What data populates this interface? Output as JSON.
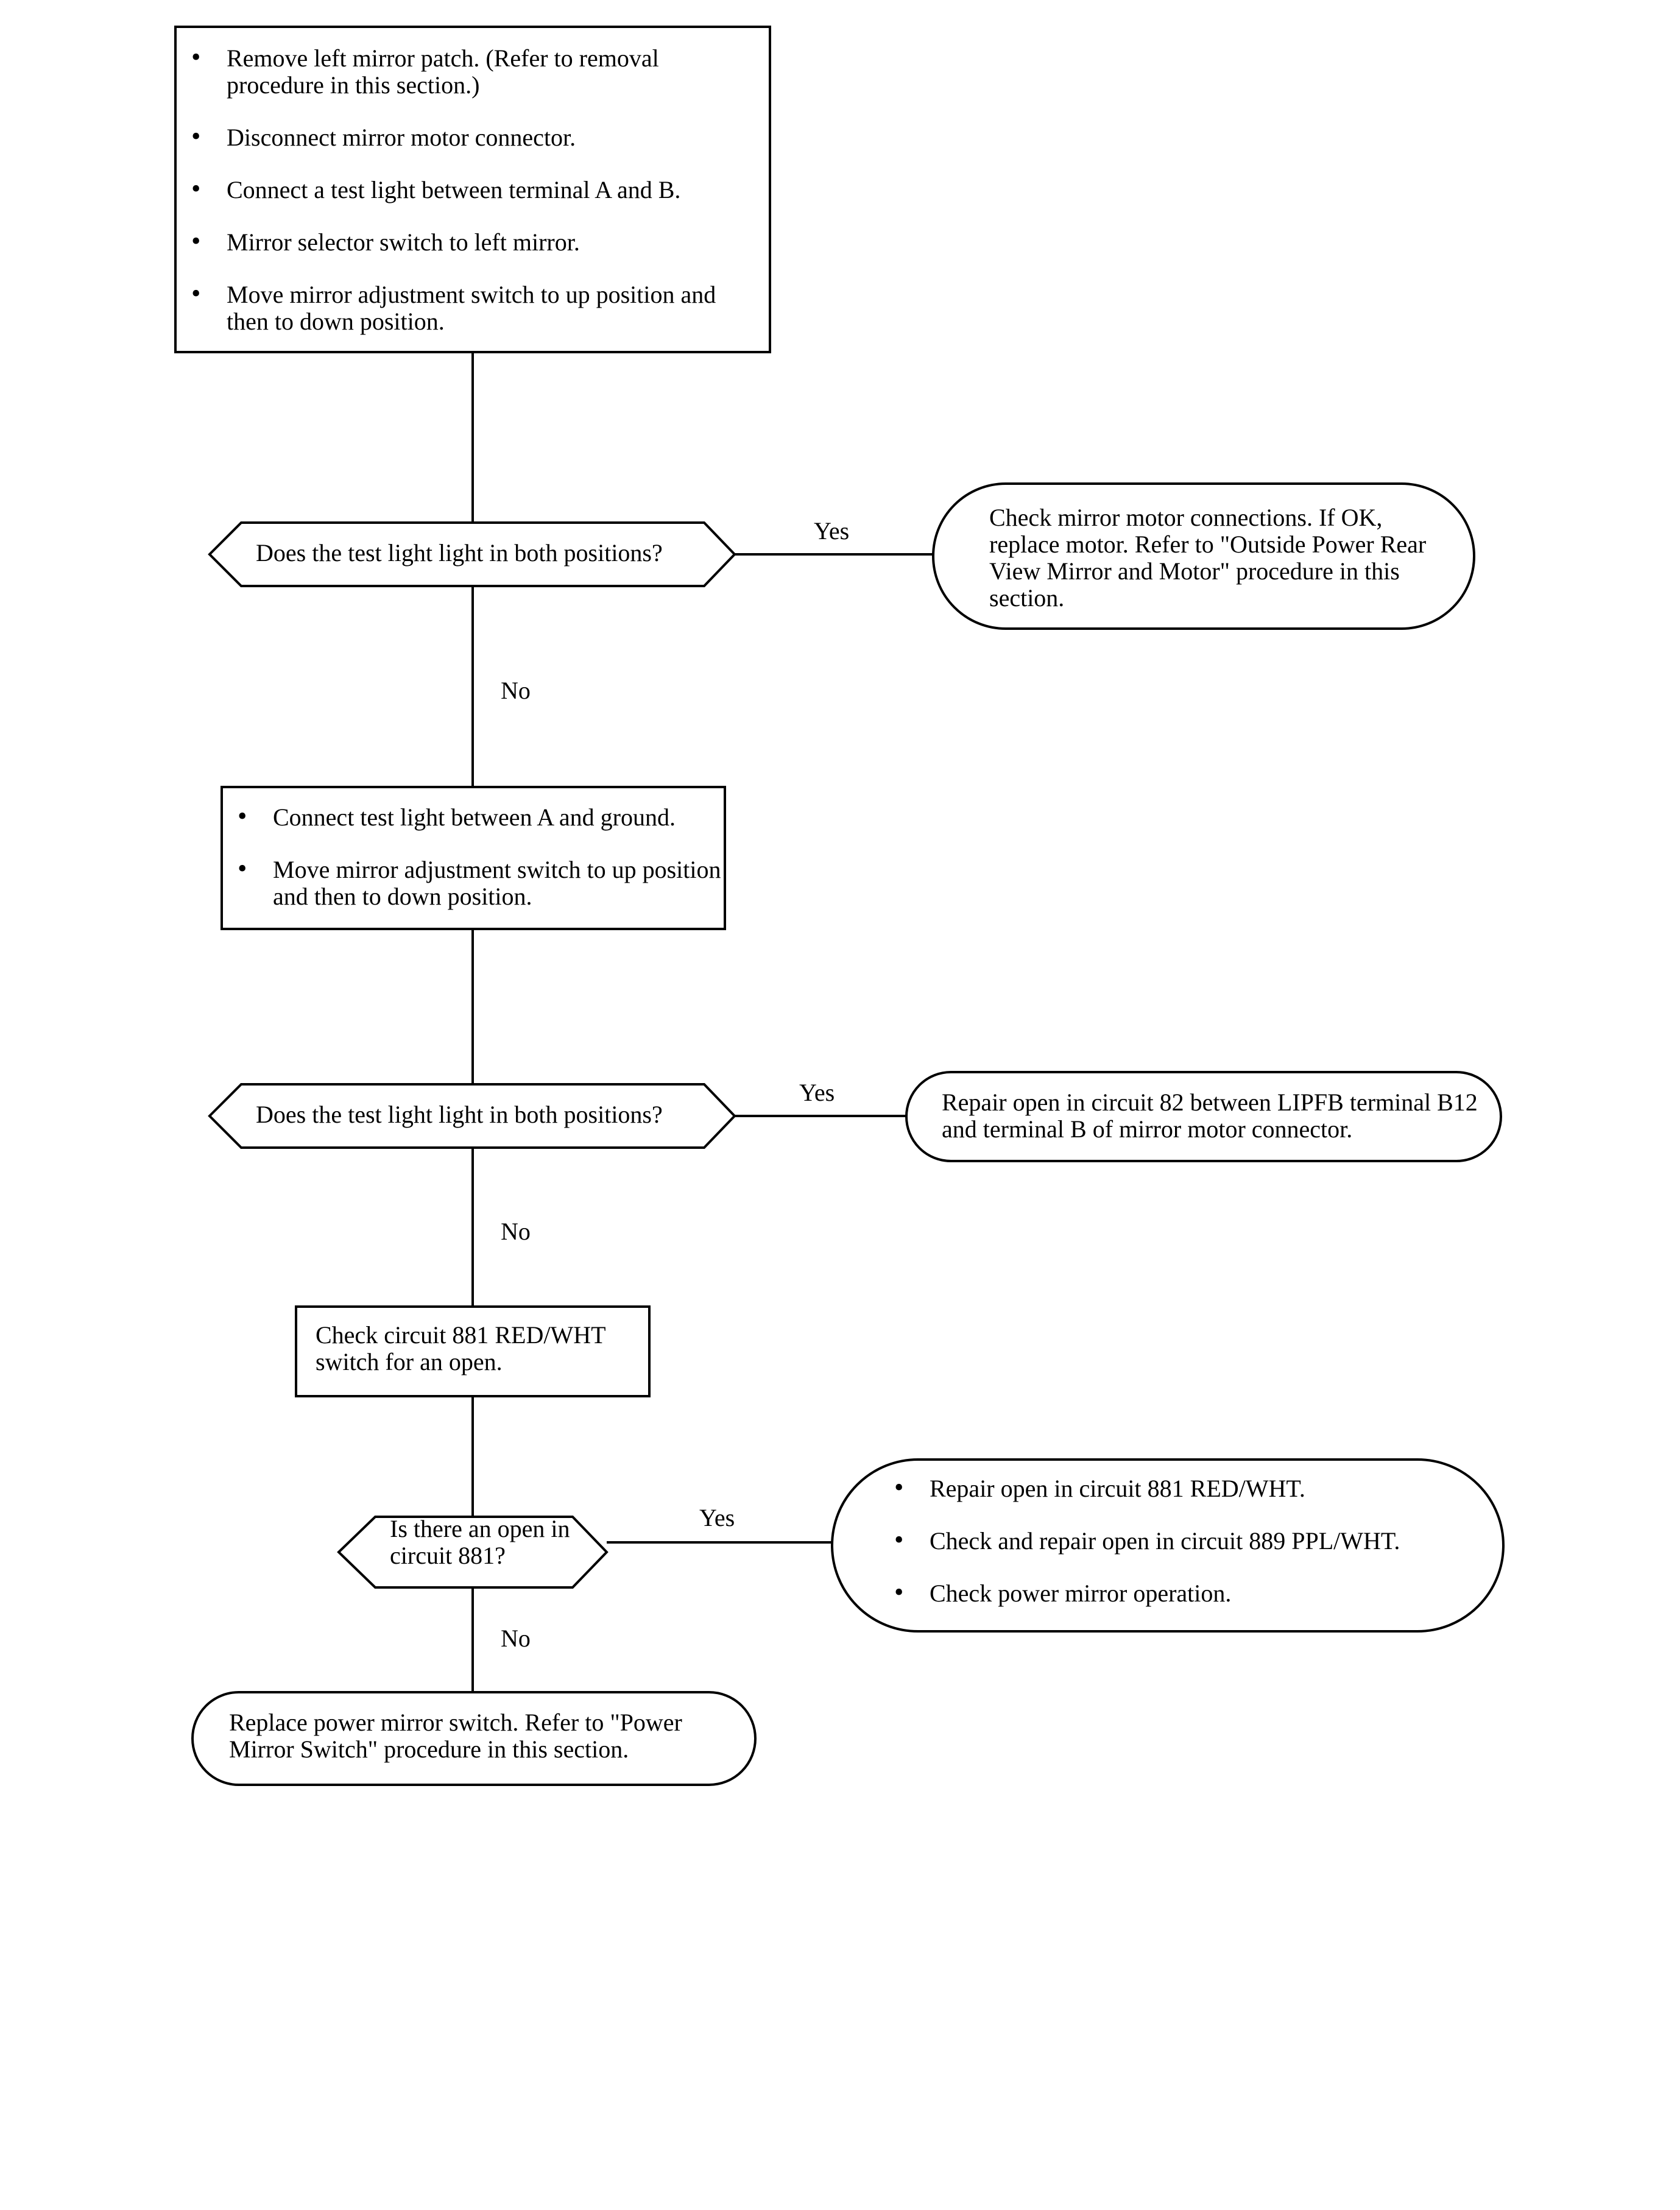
{
  "box1": {
    "items": [
      "Remove left mirror patch. (Refer to removal procedure in this section.)",
      "Disconnect mirror motor connector.",
      "Connect a test light between terminal A and B.",
      "Mirror selector switch to left mirror.",
      "Move mirror adjustment switch to up position and then to down position."
    ]
  },
  "decision1": {
    "text": "Does the test light light in both positions?"
  },
  "result1": {
    "text": "Check mirror motor connections. If OK, replace motor. Refer to \"Outside Power Rear View Mirror and Motor\" procedure in this section."
  },
  "box2": {
    "items": [
      "Connect test light between A and ground.",
      "Move mirror adjustment switch to up position and then to down position."
    ]
  },
  "decision2": {
    "text": "Does the test light light in both positions?"
  },
  "result2": {
    "text": "Repair open in circuit 82 between LIPFB terminal B12 and terminal B of mirror motor connector."
  },
  "box3": {
    "text": "Check circuit 881 RED/WHT switch for an open."
  },
  "decision3": {
    "text": "Is there an open in circuit 881?"
  },
  "result3": {
    "items": [
      "Repair open in circuit 881 RED/WHT.",
      "Check and repair open in circuit 889 PPL/WHT.",
      "Check power mirror operation."
    ]
  },
  "result4": {
    "text": "Replace power mirror switch. Refer to \"Power Mirror Switch\" procedure in this section."
  },
  "labels": {
    "yes": "Yes",
    "no": "No"
  }
}
